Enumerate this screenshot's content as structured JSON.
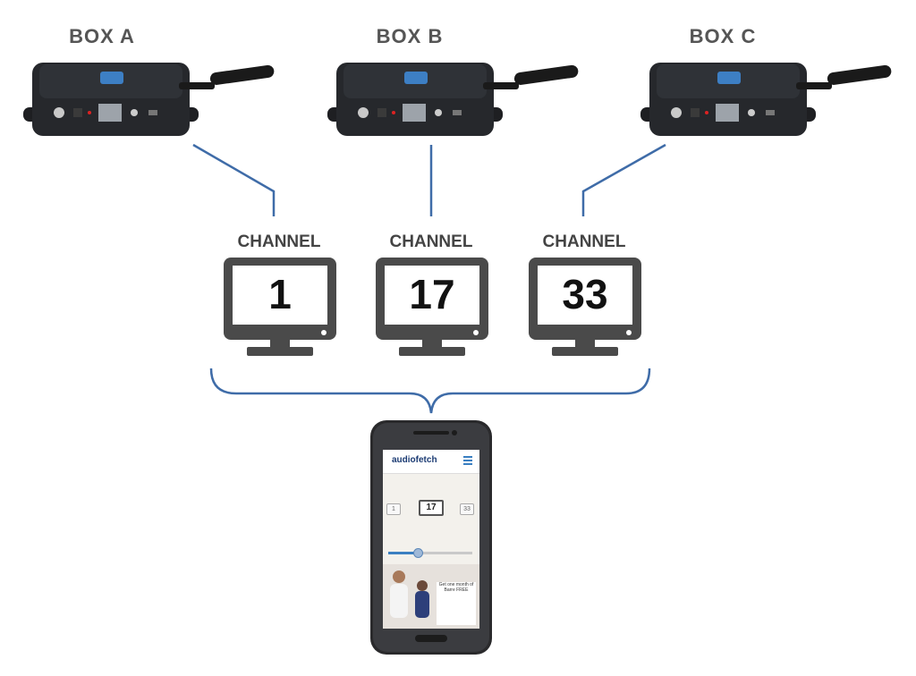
{
  "boxes": [
    {
      "label": "BOX  A"
    },
    {
      "label": "BOX  B"
    },
    {
      "label": "BOX  C"
    }
  ],
  "channels": [
    {
      "label": "CHANNEL",
      "number": "1"
    },
    {
      "label": "CHANNEL",
      "number": "17"
    },
    {
      "label": "CHANNEL",
      "number": "33"
    }
  ],
  "phone_app": {
    "brand": "audiofetch",
    "channels": [
      "1",
      "17",
      "33"
    ],
    "selected_channel": "17",
    "volume_level": 0.35,
    "ad_text": "Get one month of Barre FREE"
  },
  "colors": {
    "connector": "#3f6ca8",
    "monitor": "#4a4a4a",
    "device": "#1e1f22"
  }
}
